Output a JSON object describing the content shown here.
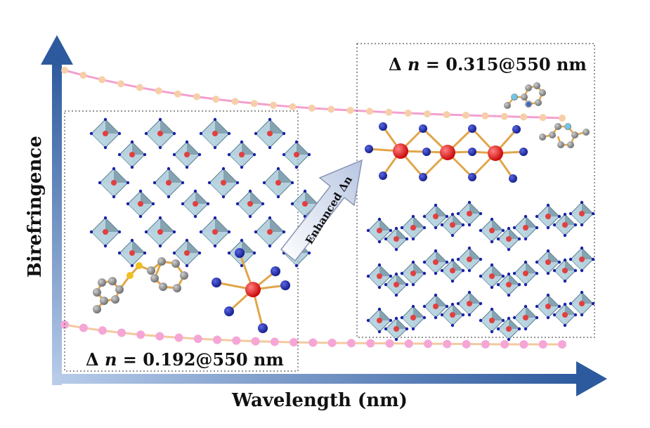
{
  "axes": {
    "y_label": "Birefringence",
    "x_label": "Wavelength (nm)"
  },
  "panels": {
    "left": {
      "delta_symbol": "Δ",
      "var": "n",
      "value": "= 0.192@550 nm"
    },
    "right": {
      "delta_symbol": "Δ",
      "var": "n",
      "value": "= 0.315@550 nm"
    }
  },
  "arrow": {
    "label": "Enhanced Δn"
  },
  "colors": {
    "axis": "#2d5a9e",
    "curve_dot_pink": "#f5a6d6",
    "curve_line_peach": "#f3c9a0",
    "metal_atom": "#e01414",
    "oxygen_atom": "#1a22a8",
    "carbon_atom": "#8a8a8a",
    "bond": "#e0a64a",
    "polyhedron": "#8fb7c9"
  }
}
